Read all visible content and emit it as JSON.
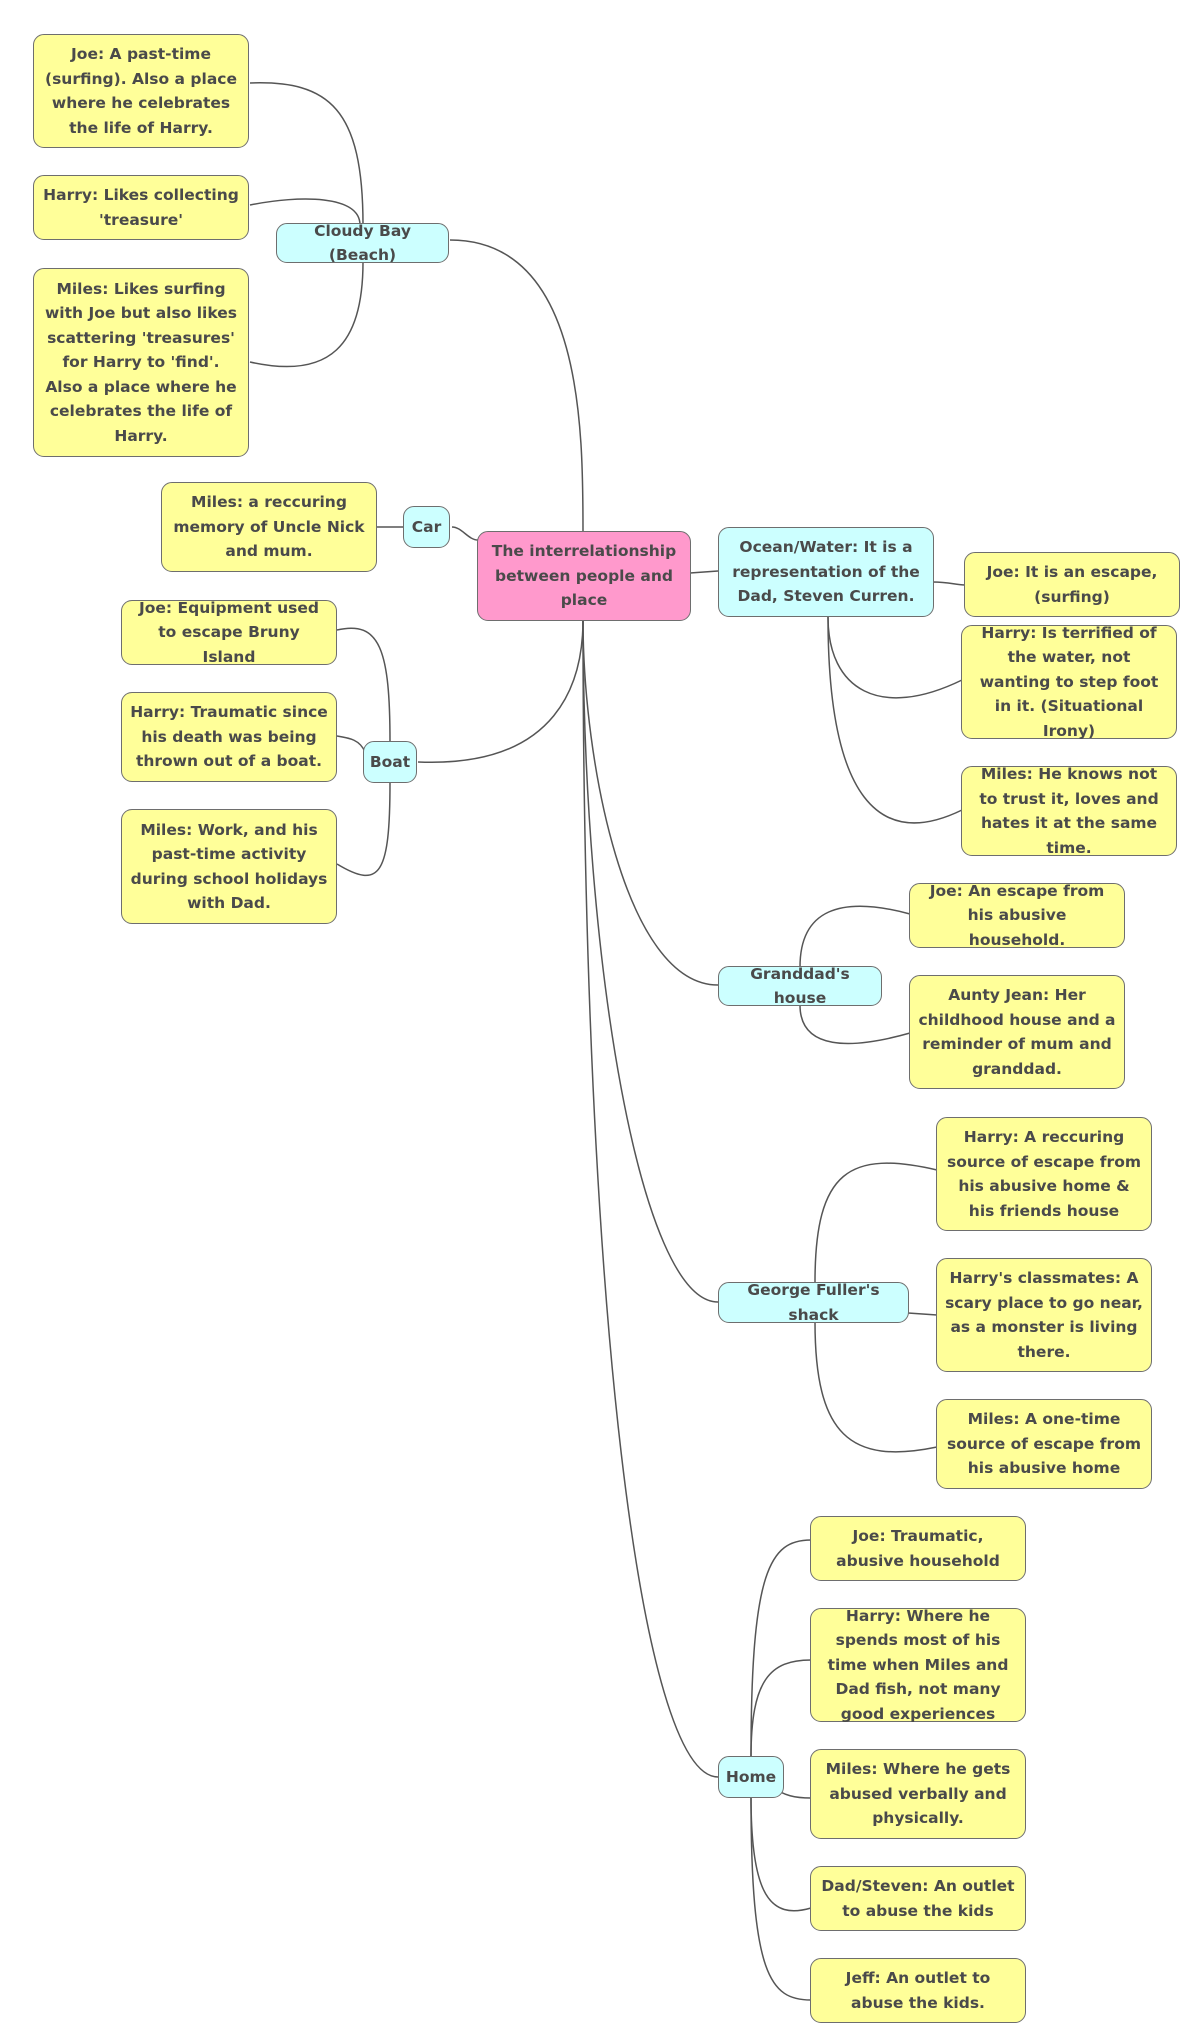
{
  "colors": {
    "center_fill": "#ff99cc",
    "topic_fill": "#ccffff",
    "leaf_fill": "#ffff99",
    "line": "#555555",
    "text": "#4a4a4a"
  },
  "center": {
    "label": "The interrelationship between people and place"
  },
  "topics": {
    "beach": {
      "label": "Cloudy Bay (Beach)",
      "joe": "Joe: A past-time (surfing). Also a place where he celebrates the life of Harry.",
      "harry": "Harry: Likes collecting 'treasure'",
      "miles": "Miles: Likes surfing with Joe but also likes scattering 'treasures' for Harry to 'find'. Also a place where he celebrates the life of Harry."
    },
    "car": {
      "label": "Car",
      "miles": "Miles: a reccuring memory of Uncle Nick and mum."
    },
    "boat": {
      "label": "Boat",
      "joe": "Joe: Equipment used to escape Bruny Island",
      "harry": "Harry: Traumatic since his death was being thrown out of a boat.",
      "miles": "Miles: Work, and his past-time activity during school holidays with Dad."
    },
    "ocean": {
      "label": "Ocean/Water: It is a representation of the Dad, Steven Curren.",
      "joe": "Joe: It is an escape, (surfing)",
      "harry": "Harry: Is terrified of the water, not wanting to step foot in it. (Situational Irony)",
      "miles": "Miles: He knows not to trust it, loves and hates it at the same time."
    },
    "granddad": {
      "label": "Granddad's house",
      "joe": "Joe: An escape from his abusive household.",
      "jean": "Aunty Jean: Her childhood house and a reminder of mum and granddad."
    },
    "shack": {
      "label": "George Fuller's shack",
      "harry": "Harry: A reccuring source of escape from his abusive home & his friends house",
      "classmates": "Harry's classmates: A scary place to go near, as a monster is living there.",
      "miles": "Miles: A one-time source of escape from his abusive home"
    },
    "home": {
      "label": "Home",
      "joe": "Joe: Traumatic, abusive household",
      "harry": "Harry: Where he spends most of his time when Miles and Dad fish, not many good experiences",
      "miles": "Miles: Where he gets abused verbally and physically.",
      "dad": "Dad/Steven: An outlet to abuse the kids",
      "jeff": "Jeff: An outlet to abuse the kids."
    }
  }
}
